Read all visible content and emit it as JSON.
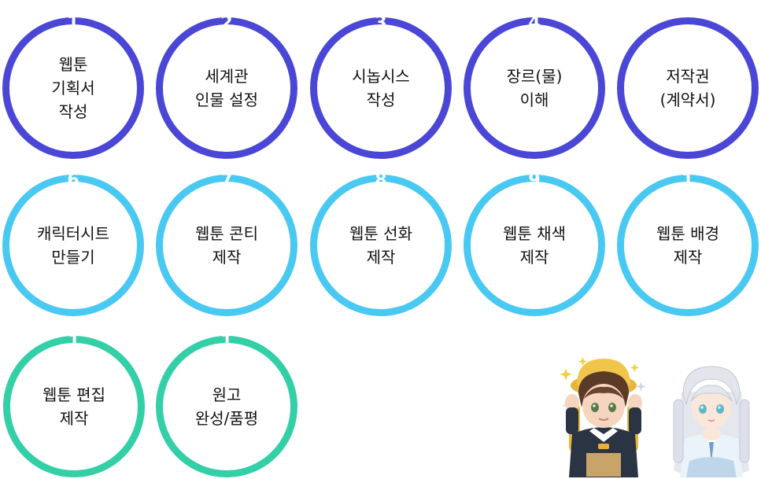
{
  "steps": [
    {
      "number": "1",
      "label": "웹툰\n기획서\n작성"
    },
    {
      "number": "2",
      "label": "세계관\n인물 설정"
    },
    {
      "number": "3",
      "label": "시놉시스\n작성"
    },
    {
      "number": "4",
      "label": "장르(물)\n이해"
    },
    {
      "number": "",
      "label": "저작권\n(계약서)"
    },
    {
      "number": "6",
      "label": "캐릭터시트\n만들기"
    },
    {
      "number": "7",
      "label": "웹툰 콘티\n제작"
    },
    {
      "number": "8",
      "label": "웹툰 선화\n제작"
    },
    {
      "number": "9",
      "label": "웹툰 채색\n제작"
    },
    {
      "number": "1",
      "label": "웹툰 배경\n제작"
    },
    {
      "number": "1",
      "label": "웹툰 편집\n제작"
    },
    {
      "number": "1",
      "label": "원고\n완성/품평"
    }
  ],
  "colors": {
    "row1": "#4b47d6",
    "row2": "#49c9f1",
    "row3": "#33cfa6"
  },
  "illustrations": [
    "boy-character-illustration",
    "girl-character-illustration"
  ]
}
